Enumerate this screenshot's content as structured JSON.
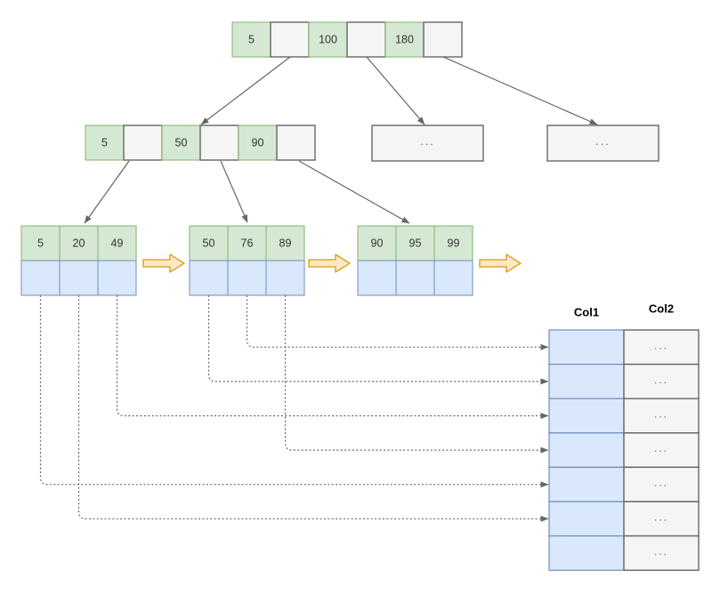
{
  "diagram": {
    "type": "bplus-tree-index",
    "colors": {
      "green_fill": "#d5e8d4",
      "green_stroke": "#82b366",
      "blue_fill": "#dae8fc",
      "blue_stroke": "#6c8ebf",
      "gray_fill": "#f5f5f5",
      "gray_stroke": "#666666",
      "orange_fill": "#ffe6cc",
      "orange_stroke": "#d79b00",
      "edge": "#666666",
      "text": "#333333",
      "muted_text": "#666666"
    },
    "root_node": {
      "keys": [
        "5",
        "100",
        "180"
      ]
    },
    "internal_node": {
      "keys": [
        "5",
        "50",
        "90"
      ]
    },
    "ellipsis_nodes": [
      {
        "label": "..."
      },
      {
        "label": "..."
      }
    ],
    "leaf_nodes": [
      {
        "keys": [
          "5",
          "20",
          "49"
        ]
      },
      {
        "keys": [
          "50",
          "76",
          "89"
        ]
      },
      {
        "keys": [
          "90",
          "95",
          "99"
        ]
      }
    ],
    "next_leaf_arrows": 3,
    "table": {
      "headers": [
        "Col1",
        "Col2"
      ],
      "rows": [
        {
          "col2": "..."
        },
        {
          "col2": "..."
        },
        {
          "col2": "..."
        },
        {
          "col2": "..."
        },
        {
          "col2": "..."
        },
        {
          "col2": "..."
        },
        {
          "col2": "..."
        }
      ]
    },
    "row_links": [
      {
        "leaf": 1,
        "cell": 1,
        "row": 0
      },
      {
        "leaf": 1,
        "cell": 0,
        "row": 1
      },
      {
        "leaf": 0,
        "cell": 2,
        "row": 2
      },
      {
        "leaf": 1,
        "cell": 2,
        "row": 3
      },
      {
        "leaf": 0,
        "cell": 0,
        "row": 4
      },
      {
        "leaf": 0,
        "cell": 1,
        "row": 5
      }
    ]
  }
}
